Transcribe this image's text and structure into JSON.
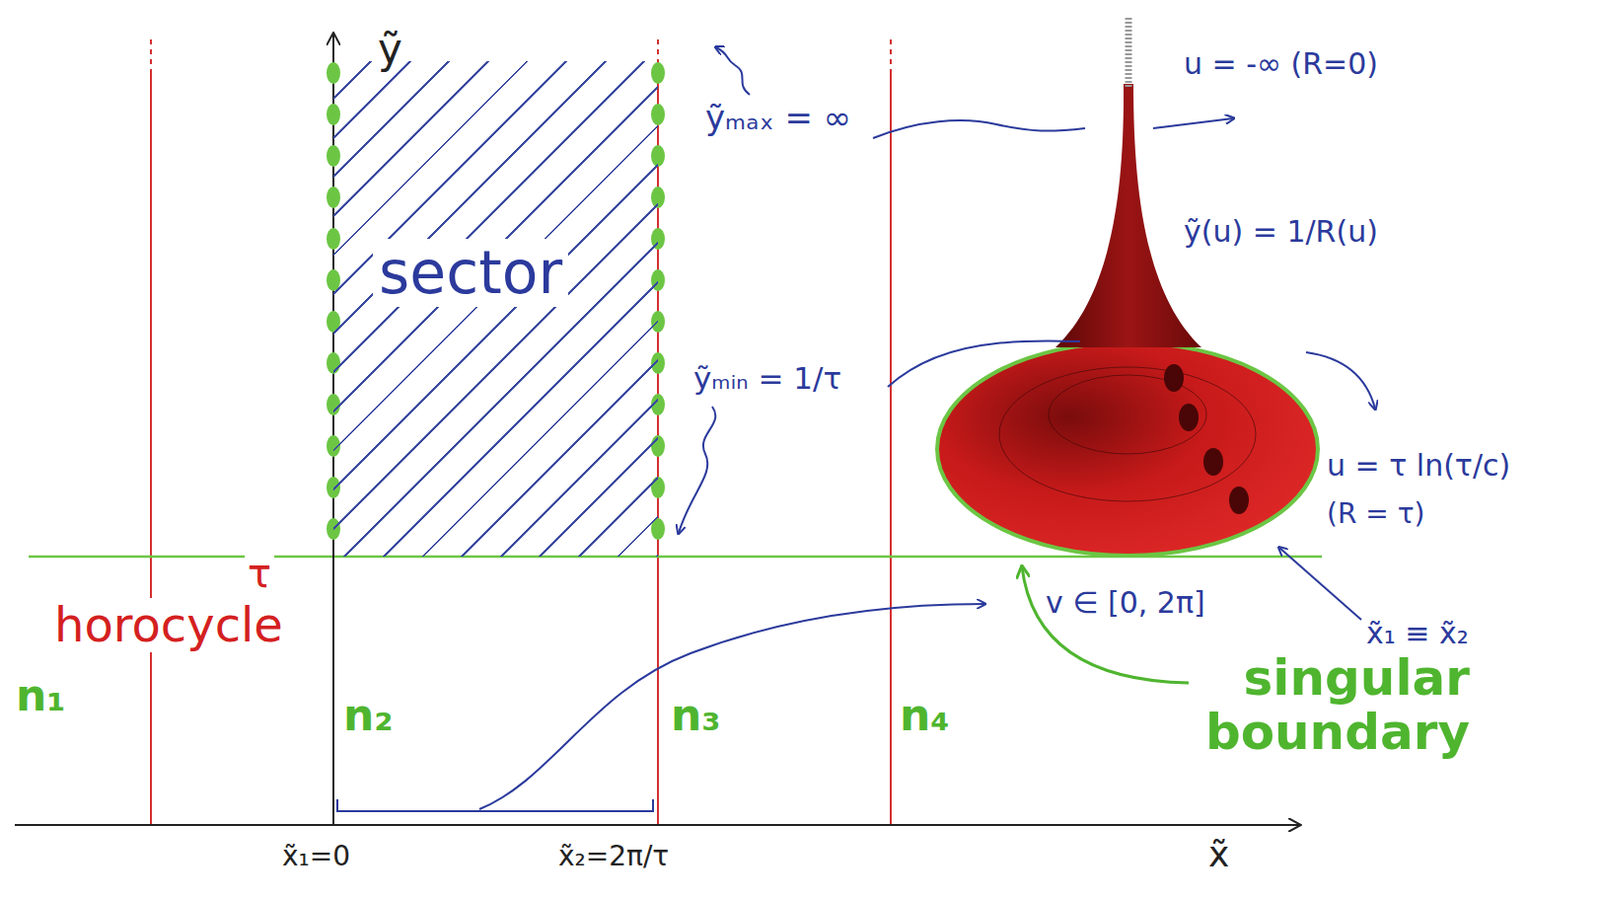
{
  "diagram": {
    "nodes": [
      {
        "text": [
          "sector"
        ]
      }
    ],
    "labels": [
      "ỹ",
      "ỹₘₐₓ = ∞",
      "ỹₘᵢₙ = 1/τ",
      "u = -∞ (R=0)",
      "ỹ(u) = 1/R(u)",
      "u = τ ln(τ/c)",
      "(R = τ)",
      "v ∈ [0, 2π]",
      "x̃₁ ≡ x̃₂",
      "τ",
      "horocycle",
      "singular boundary",
      "n₁",
      "n₂",
      "n₃",
      "n₄",
      "x̃₁=0",
      "x̃₂=2π/τ",
      "x̃"
    ]
  }
}
